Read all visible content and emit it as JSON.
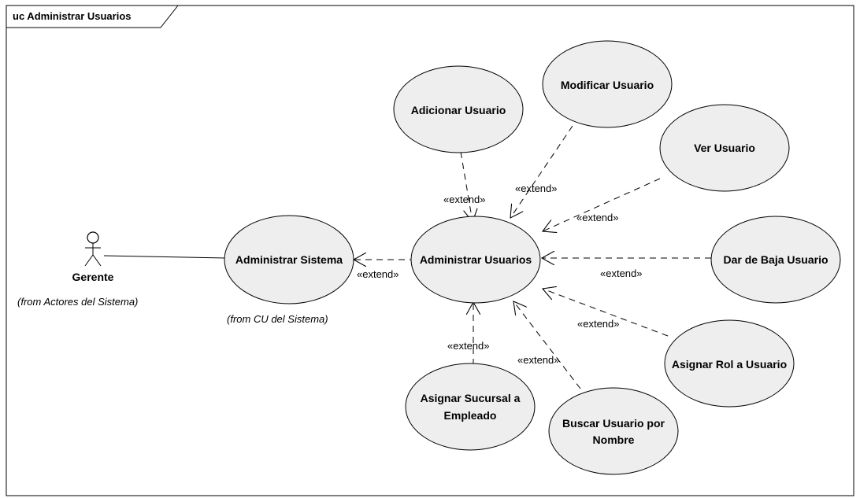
{
  "frame": {
    "title": "uc Administrar Usuarios"
  },
  "actor": {
    "name": "Gerente",
    "from": "(from Actores del Sistema)"
  },
  "use_cases": {
    "administrar_sistema": "Administrar Sistema",
    "administrar_sistema_from": "(from CU del Sistema)",
    "administrar_usuarios": "Administrar Usuarios",
    "adicionar_usuario": "Adicionar Usuario",
    "modificar_usuario": "Modificar Usuario",
    "ver_usuario": "Ver Usuario",
    "dar_de_baja_usuario": "Dar de Baja Usuario",
    "asignar_rol_line1": "Asignar Rol a Usuario",
    "buscar_usuario_line1": "Buscar Usuario por",
    "buscar_usuario_line2": "Nombre",
    "asignar_sucursal_line1": "Asignar Sucursal a",
    "asignar_sucursal_line2": "Empleado"
  },
  "relations": {
    "extend": "«extend»"
  }
}
